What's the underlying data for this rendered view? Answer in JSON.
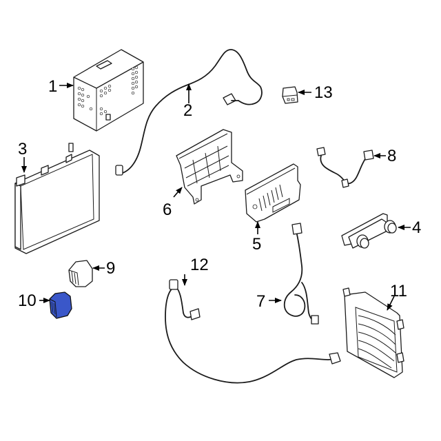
{
  "diagram": {
    "type": "parts-exploded-view",
    "highlight_color": "#3a57c9",
    "highlighted_part": "10",
    "callouts": [
      {
        "id": "1",
        "label": "1",
        "part": "radio-receiver-unit"
      },
      {
        "id": "2",
        "label": "2",
        "part": "wiring-harness"
      },
      {
        "id": "3",
        "label": "3",
        "part": "display-screen"
      },
      {
        "id": "4",
        "label": "4",
        "part": "climate-control-panel"
      },
      {
        "id": "5",
        "label": "5",
        "part": "amplifier-module"
      },
      {
        "id": "6",
        "label": "6",
        "part": "mounting-bracket"
      },
      {
        "id": "7",
        "label": "7",
        "part": "antenna-cable"
      },
      {
        "id": "8",
        "label": "8",
        "part": "connector-harness"
      },
      {
        "id": "9",
        "label": "9",
        "part": "knob"
      },
      {
        "id": "10",
        "label": "10",
        "part": "knob-highlighted"
      },
      {
        "id": "11",
        "label": "11",
        "part": "speaker-amplifier"
      },
      {
        "id": "12",
        "label": "12",
        "part": "extension-cable"
      },
      {
        "id": "13",
        "label": "13",
        "part": "relay-module"
      }
    ]
  }
}
